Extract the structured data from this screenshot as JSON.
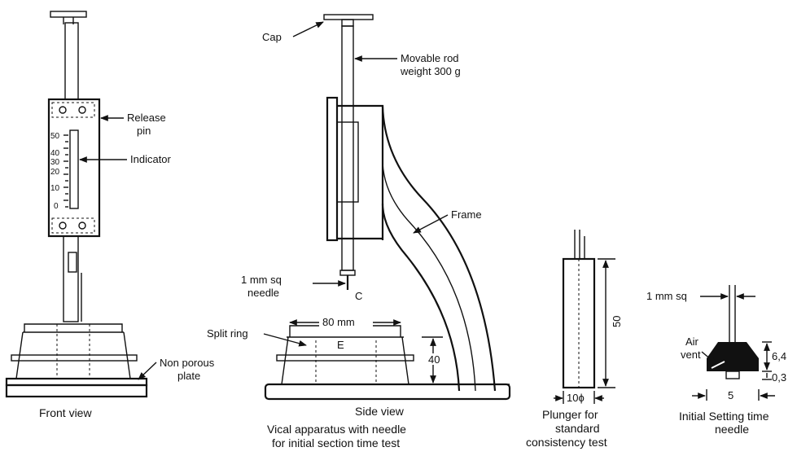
{
  "front_view": {
    "caption": "Front view",
    "release_pin": [
      "Release",
      "pin"
    ],
    "indicator": "Indicator",
    "non_porous_plate": [
      "Non porous",
      "plate"
    ],
    "scale_ticks": [
      "50",
      "40",
      "30",
      "20",
      "10",
      "0"
    ]
  },
  "side_view": {
    "caption": "Side view",
    "cap": "Cap",
    "movable_rod": [
      "Movable rod",
      "weight 300 g"
    ],
    "frame": "Frame",
    "needle": [
      "1 mm sq",
      "needle"
    ],
    "point_c": "C",
    "split_ring": "Split ring",
    "width_dim": "80 mm",
    "point_e": "E",
    "height_dim": "40",
    "apparatus_caption": [
      "Vical apparatus with needle",
      "for initial section time test"
    ]
  },
  "plunger": {
    "length_dim": "50",
    "diameter_dim": "10ϕ",
    "caption": [
      "Plunger for",
      "standard",
      "consistency test"
    ]
  },
  "setting_needle": {
    "needle_dim": "1 mm sq",
    "air_vent": [
      "Air",
      "vent"
    ],
    "dim_64": "6,4",
    "dim_03": "0,3",
    "dim_5": "5",
    "caption": [
      "Initial Setting time",
      "needle"
    ]
  }
}
